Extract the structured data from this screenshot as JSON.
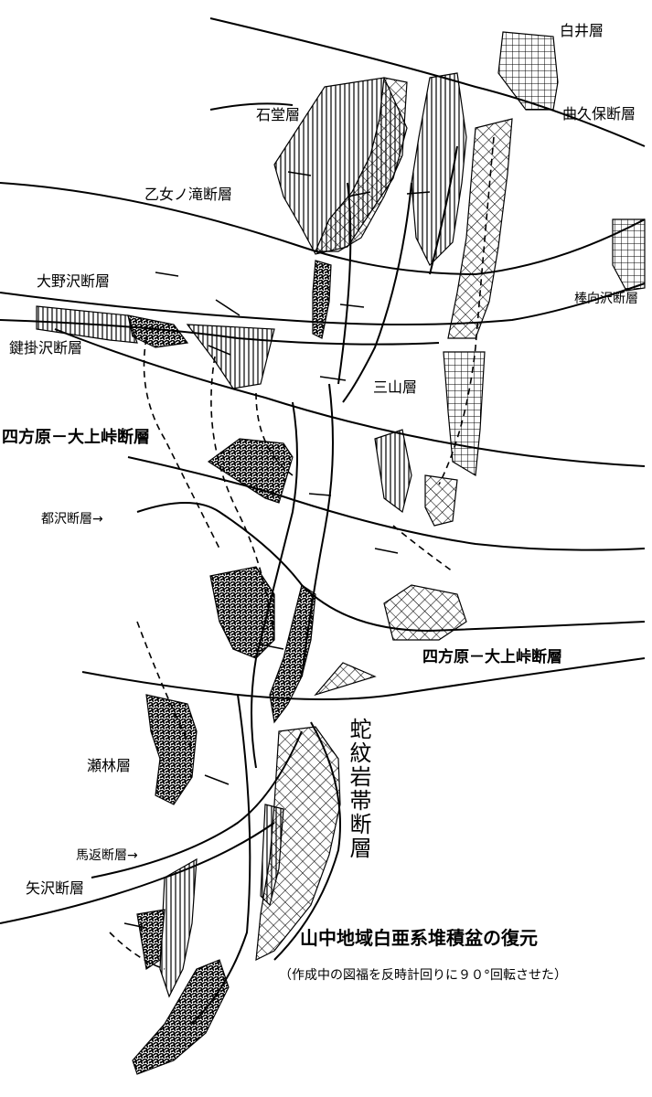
{
  "labels": {
    "shirai": "白井層",
    "magukubo": "曲久保断層",
    "ishido": "石堂層",
    "otomenotaki": "乙女ノ滝断層",
    "onosawa": "大野沢断層",
    "bomukaisawa": "棒向沢断層",
    "kagikakesawa": "鍵掛沢断層",
    "sanzan": "三山層",
    "yomogahara1": "四方原－大上峠断層",
    "miyakozawa": "都沢断層→",
    "yomogahara2": "四方原－大上峠断層",
    "serpentine": "蛇紋岩帯断層",
    "sebayashi": "瀬林層",
    "magaeshi": "馬返断層→",
    "yazawa": "矢沢断層"
  },
  "title": "山中地域白亜系堆積盆の復元",
  "subtitle": "（作成中の図福を反時計回りに９０°回転させた）",
  "colors": {
    "ink": "#000000",
    "paper": "#ffffff"
  }
}
